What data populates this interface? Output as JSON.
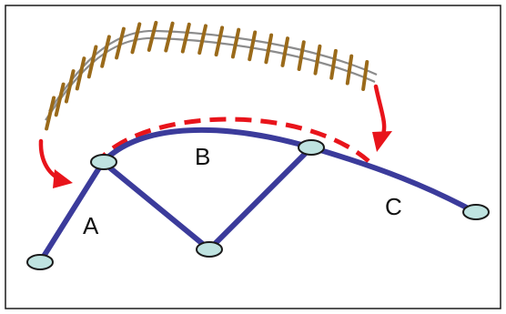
{
  "diagram": {
    "labels": {
      "a": "A",
      "b": "B",
      "c": "C"
    },
    "colors": {
      "segments": "#3b3b9b",
      "dashed_curve": "#e8141b",
      "arrows": "#e8141b",
      "rail": "#8c8c8c",
      "ties": "#9a6a1a",
      "nodes_fill": "#bfe3e0"
    }
  }
}
